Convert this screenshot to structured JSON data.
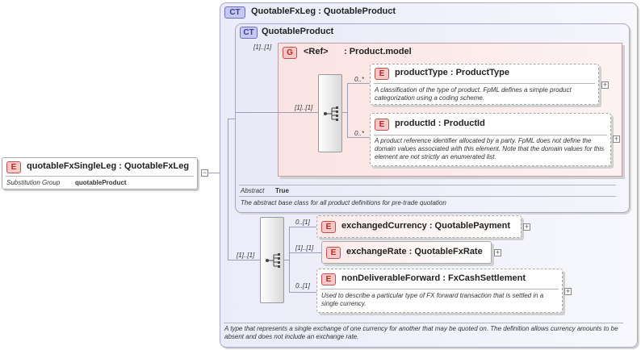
{
  "root": {
    "badge": "E",
    "title": "quotableFxSingleLeg : QuotableFxLeg",
    "subst_label": "Substitution Group",
    "subst_value": "quotableProduct",
    "collapse_symbol": "−"
  },
  "outer_type": {
    "badge": "CT",
    "title": "QuotableFxLeg : QuotableProduct",
    "doc": "A type that represents a single exchange of one currency for another that may be quoted on. The definition allows currency amounts to be absent and does not include an exchange rate."
  },
  "base_type": {
    "badge": "CT",
    "title": "QuotableProduct",
    "abstract_label": "Abstract",
    "abstract_value": "True",
    "doc": "The abstract base class for all product definitions for pre-trade quotation",
    "group_occurrence": "[1]..[1]"
  },
  "group": {
    "badge": "G",
    "ref": "<Ref>",
    "name": ": Product.model",
    "sequence_occurrence": "[1]..[1]"
  },
  "product_elements": [
    {
      "badge": "E",
      "title": "productType : ProductType",
      "occurrence": "0..*",
      "doc": "A classification of the type of product. FpML defines a simple product categorization using a coding scheme.",
      "expand": "+"
    },
    {
      "badge": "E",
      "title": "productId : ProductId",
      "occurrence": "0..*",
      "doc": "A product reference identifier allocated by a party. FpML does not define the domain values associated with this element. Note that the domain values for this element are not strictly an enumerated list.",
      "expand": "+"
    }
  ],
  "extension_sequence": {
    "occurrence": "[1]..[1]"
  },
  "extension_elements": [
    {
      "badge": "E",
      "title": "exchangedCurrency : QuotablePayment",
      "occurrence": "0..[1]",
      "expand": "+"
    },
    {
      "badge": "E",
      "title": "exchangeRate : QuotableFxRate",
      "occurrence": "[1]..[1]",
      "expand": "+"
    },
    {
      "badge": "E",
      "title": "nonDeliverableForward : FxCashSettlement",
      "occurrence": "0..[1]",
      "doc": "Used to describe a particular type of FX forward transaction that is settled in a single currency.",
      "expand": "+"
    }
  ]
}
